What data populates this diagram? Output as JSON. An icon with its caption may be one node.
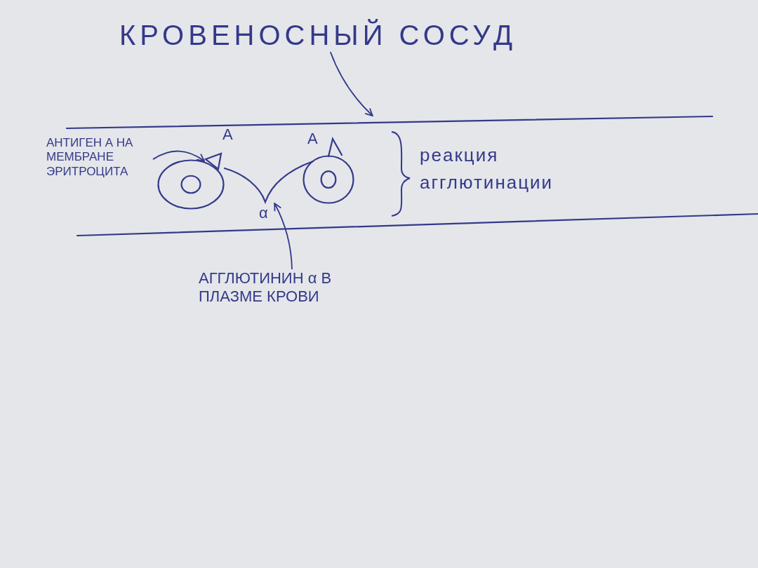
{
  "diagram": {
    "nodes": [
      {
        "text": [
          "КРОВЕНОСНЫЙ СОСУД"
        ]
      },
      {
        "text": [],
        "shape": "band"
      },
      {
        "text": [
          "АНТИГЕН А НА МЕМБРАНЕ ЭРИТРОЦИТА"
        ]
      },
      {
        "text": [],
        "shape": "circle",
        "in": 1
      },
      {
        "text": [],
        "shape": "triangle",
        "beside": [
          "A"
        ],
        "in": 1
      },
      {
        "text": [],
        "shape": "circle",
        "in": 1
      },
      {
        "text": [],
        "shape": "triangle",
        "beside": [
          "A"
        ],
        "in": 1
      },
      {
        "text": [],
        "shape": "picture",
        "beside": [
          "α"
        ],
        "in": 1
      },
      {
        "text": [
          "АГГЛЮТИНИН α В ПЛАЗМЕ КРОВИ"
        ]
      }
    ],
    "edges": [
      {
        "from": 0,
        "to": 1,
        "arrow": "to"
      },
      {
        "from": 2,
        "to": 4,
        "arrow": "to"
      },
      {
        "from": 8,
        "to": 7,
        "arrow": "to"
      }
    ],
    "labels": [
      "реакция агглютинации"
    ]
  }
}
